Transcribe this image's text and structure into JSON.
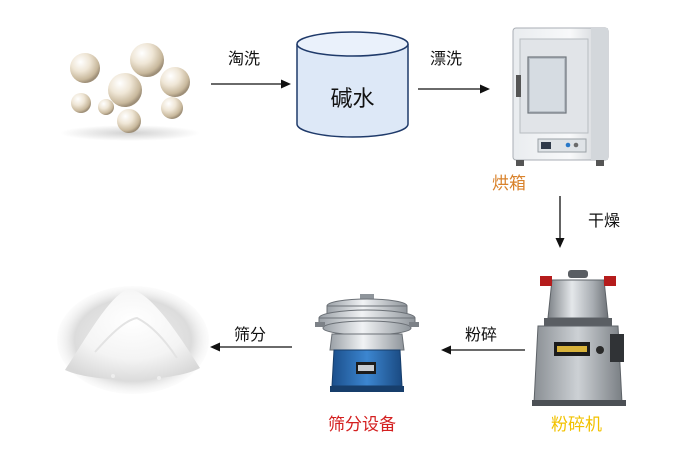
{
  "steps": {
    "wash": "淘洗",
    "rinse": "漂洗",
    "dry": "干燥",
    "grind": "粉碎",
    "sieve": "筛分"
  },
  "nodes": {
    "tank": "碱水",
    "oven": "烘箱",
    "grinder": "粉碎机",
    "sieve_machine": "筛分设备"
  },
  "colors": {
    "oven_label": "#d9822b",
    "grinder_label": "#f2c200",
    "sieve_label": "#d42020",
    "arrow": "#111111",
    "tank_stroke": "#1f3a6a",
    "tank_fill": "#dde8f7"
  },
  "icons": [
    "pearls-image",
    "oven-image",
    "grinder-image",
    "sieve-machine-image",
    "powder-image"
  ]
}
